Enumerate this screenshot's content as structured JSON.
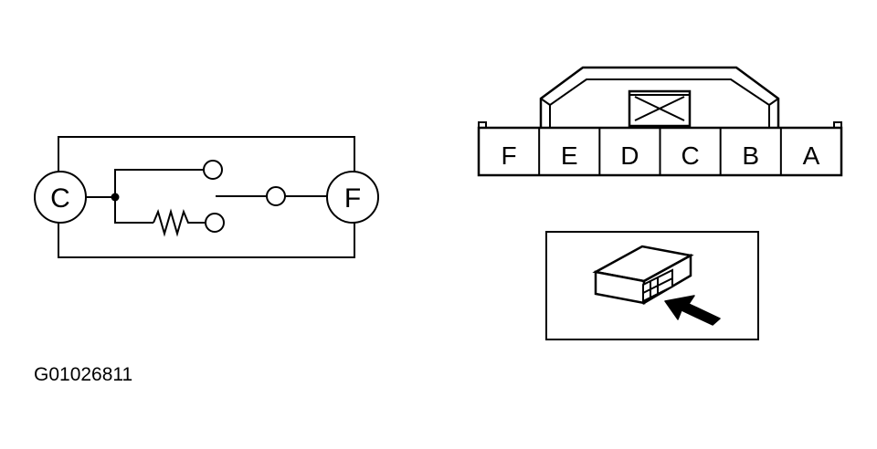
{
  "schematic": {
    "terminals": {
      "left": "C",
      "right": "F"
    }
  },
  "connector": {
    "pins": [
      "F",
      "E",
      "D",
      "C",
      "B",
      "A"
    ]
  },
  "figure_id": "G01026811",
  "colors": {
    "ink": "#000000",
    "background": "#ffffff"
  },
  "icons": {
    "connector_location": "connector-module-with-arrow-icon",
    "lock_tab": "crossed-lock-tab-icon"
  }
}
